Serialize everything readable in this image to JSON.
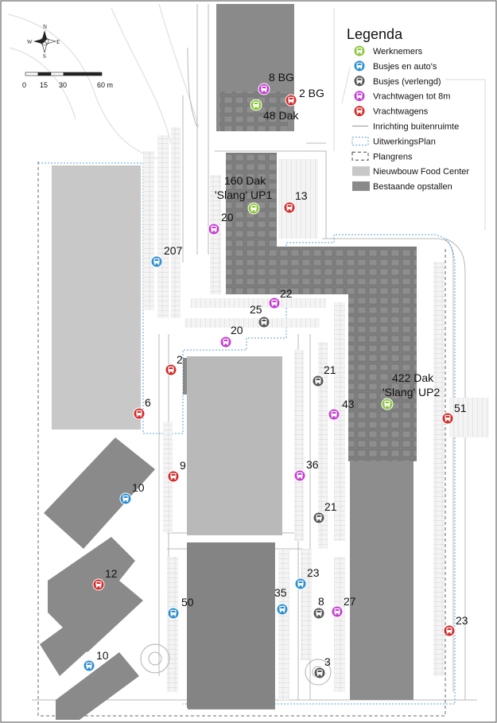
{
  "legend": {
    "title": "Legenda",
    "items": [
      {
        "label": "Werknemers",
        "kind": "marker",
        "color": "#8dc63f"
      },
      {
        "label": "Busjes en auto's",
        "kind": "marker",
        "color": "#2e8fd0"
      },
      {
        "label": "Busjes (verlengd)",
        "kind": "marker",
        "color": "#555555"
      },
      {
        "label": "Vrachtwagen tot 8m",
        "kind": "marker",
        "color": "#c23fd0"
      },
      {
        "label": "Vrachtwagens",
        "kind": "marker",
        "color": "#d42a2a"
      },
      {
        "label": "Inrichting buitenruimte",
        "kind": "line"
      },
      {
        "label": "UitwerkingsPlan",
        "kind": "dotted-box"
      },
      {
        "label": "Plangrens",
        "kind": "dashed-box"
      },
      {
        "label": "Nieuwbouw Food Center",
        "kind": "fill",
        "color": "#c8c8c8"
      },
      {
        "label": "Bestaande opstallen",
        "kind": "fill",
        "color": "#8a8a8a"
      }
    ]
  },
  "scale_bar": {
    "ticks": [
      "0",
      "15",
      "30",
      "60 m"
    ]
  },
  "compass": {
    "n": "N",
    "e": "E",
    "s": "S",
    "w": "W"
  },
  "markers": [
    {
      "label": "8 BG",
      "category": "Vrachtwagen tot 8m",
      "color": "#c23fd0"
    },
    {
      "label": "2 BG",
      "category": "Vrachtwagens",
      "color": "#d42a2a"
    },
    {
      "label": "48 Dak",
      "category": "Werknemers",
      "color": "#8dc63f"
    },
    {
      "label": "160 Dak",
      "label2": "'Slang' UP1",
      "category": "Werknemers",
      "color": "#8dc63f"
    },
    {
      "label": "13",
      "category": "Vrachtwagens",
      "color": "#d42a2a"
    },
    {
      "label": "20",
      "category": "Vrachtwagen tot 8m",
      "color": "#c23fd0"
    },
    {
      "label": "207",
      "category": "Busjes en auto's",
      "color": "#2e8fd0"
    },
    {
      "label": "22",
      "category": "Vrachtwagen tot 8m",
      "color": "#c23fd0"
    },
    {
      "label": "25",
      "category": "Busjes (verlengd)",
      "color": "#555555"
    },
    {
      "label": "20",
      "category": "Vrachtwagen tot 8m",
      "color": "#c23fd0"
    },
    {
      "label": "2",
      "category": "Vrachtwagens",
      "color": "#d42a2a"
    },
    {
      "label": "21",
      "category": "Busjes (verlengd)",
      "color": "#555555"
    },
    {
      "label": "422 Dak",
      "label2": "'Slang' UP2",
      "category": "Werknemers",
      "color": "#8dc63f"
    },
    {
      "label": "6",
      "category": "Vrachtwagens",
      "color": "#d42a2a"
    },
    {
      "label": "43",
      "category": "Vrachtwagen tot 8m",
      "color": "#c23fd0"
    },
    {
      "label": "51",
      "category": "Vrachtwagens",
      "color": "#d42a2a"
    },
    {
      "label": "9",
      "category": "Vrachtwagens",
      "color": "#d42a2a"
    },
    {
      "label": "10",
      "category": "Busjes en auto's",
      "color": "#2e8fd0"
    },
    {
      "label": "36",
      "category": "Vrachtwagen tot 8m",
      "color": "#c23fd0"
    },
    {
      "label": "21",
      "category": "Busjes (verlengd)",
      "color": "#555555"
    },
    {
      "label": "12",
      "category": "Vrachtwagens",
      "color": "#d42a2a"
    },
    {
      "label": "23",
      "category": "Busjes en auto's",
      "color": "#2e8fd0"
    },
    {
      "label": "50",
      "category": "Busjes en auto's",
      "color": "#2e8fd0"
    },
    {
      "label": "35",
      "category": "Busjes en auto's",
      "color": "#2e8fd0"
    },
    {
      "label": "8",
      "category": "Busjes (verlengd)",
      "color": "#555555"
    },
    {
      "label": "27",
      "category": "Vrachtwagen tot 8m",
      "color": "#c23fd0"
    },
    {
      "label": "23",
      "category": "Vrachtwagens",
      "color": "#d42a2a"
    },
    {
      "label": "10",
      "category": "Busjes en auto's",
      "color": "#2e8fd0"
    },
    {
      "label": "3",
      "category": "Busjes (verlengd)",
      "color": "#555555"
    }
  ]
}
